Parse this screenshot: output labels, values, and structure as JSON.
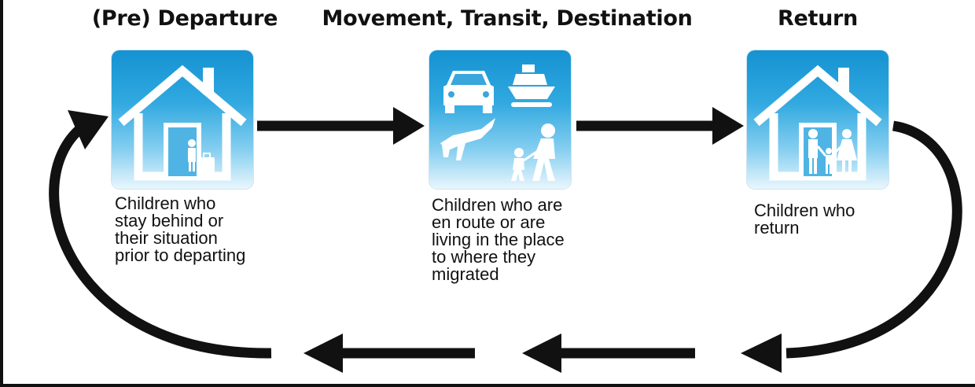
{
  "stages": [
    {
      "title": "(Pre) Departure",
      "icon": "house-with-child-and-luggage-icon",
      "caption_lines": [
        "Children who",
        "stay behind or",
        "their situation",
        "prior to departing"
      ]
    },
    {
      "title": "Movement, Transit, Destination",
      "icon": "transport-car-boat-plane-walking-icon",
      "caption_lines": [
        "Children who are",
        "en route or are",
        "living in the place",
        "to where they",
        "migrated"
      ]
    },
    {
      "title": "Return",
      "icon": "house-with-family-icon",
      "caption_lines": [
        "Children who",
        "return"
      ]
    }
  ],
  "colors": {
    "tile_top": "#1592d2",
    "tile_bottom": "#e9f6fd",
    "arrow": "#111111",
    "pictogram": "#ffffff"
  }
}
